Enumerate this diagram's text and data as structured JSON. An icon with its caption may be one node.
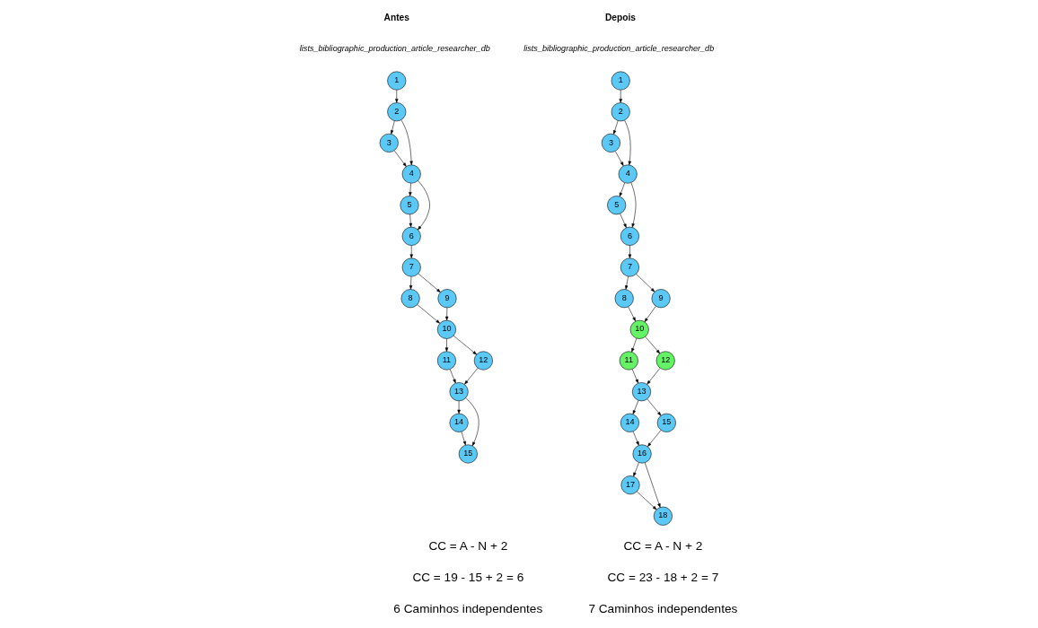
{
  "diagram": {
    "nodes": [
      {
        "text": [
          "1"
        ]
      },
      {
        "text": [
          "2"
        ]
      },
      {
        "text": [
          "3"
        ]
      },
      {
        "text": [
          "4"
        ]
      },
      {
        "text": [
          "5"
        ]
      },
      {
        "text": [
          "6"
        ]
      },
      {
        "text": [
          "7"
        ]
      },
      {
        "text": [
          "8"
        ]
      },
      {
        "text": [
          "9"
        ]
      },
      {
        "text": [
          "10"
        ]
      },
      {
        "text": [
          "11"
        ]
      },
      {
        "text": [
          "12"
        ]
      },
      {
        "text": [
          "13"
        ]
      },
      {
        "text": [
          "14"
        ]
      },
      {
        "text": [
          "15"
        ]
      },
      {
        "text": [
          "1"
        ]
      },
      {
        "text": [
          "2"
        ]
      },
      {
        "text": [
          "3"
        ]
      },
      {
        "text": [
          "4"
        ]
      },
      {
        "text": [
          "5"
        ]
      },
      {
        "text": [
          "6"
        ]
      },
      {
        "text": [
          "7"
        ]
      },
      {
        "text": [
          "8"
        ]
      },
      {
        "text": [
          "9"
        ]
      },
      {
        "text": [
          "10"
        ]
      },
      {
        "text": [
          "11"
        ]
      },
      {
        "text": [
          "12"
        ]
      },
      {
        "text": [
          "13"
        ]
      },
      {
        "text": [
          "14"
        ]
      },
      {
        "text": [
          "15"
        ]
      },
      {
        "text": [
          "16"
        ]
      },
      {
        "text": [
          "17"
        ]
      },
      {
        "text": [
          "18"
        ]
      }
    ],
    "edges": [
      {
        "from": 0,
        "to": 1,
        "arrow": "to"
      },
      {
        "from": 1,
        "to": 2,
        "arrow": "to"
      },
      {
        "from": 1,
        "to": 3,
        "arrow": "to"
      },
      {
        "from": 2,
        "to": 3,
        "arrow": "to"
      },
      {
        "from": 3,
        "to": 4,
        "arrow": "to"
      },
      {
        "from": 3,
        "to": 5,
        "arrow": "to"
      },
      {
        "from": 4,
        "to": 5,
        "arrow": "to"
      },
      {
        "from": 5,
        "to": 6,
        "arrow": "to"
      },
      {
        "from": 6,
        "to": 8,
        "arrow": "to"
      },
      {
        "from": 6,
        "to": 7,
        "arrow": "to"
      },
      {
        "from": 8,
        "to": 9,
        "arrow": "to"
      },
      {
        "from": 7,
        "to": 9,
        "arrow": "to"
      },
      {
        "from": 9,
        "to": 11,
        "arrow": "to"
      },
      {
        "from": 9,
        "to": 10,
        "arrow": "to"
      },
      {
        "from": 11,
        "to": 12,
        "arrow": "to"
      },
      {
        "from": 10,
        "to": 12,
        "arrow": "to"
      },
      {
        "from": 12,
        "to": 13,
        "arrow": "to"
      },
      {
        "from": 12,
        "to": 14,
        "arrow": "to"
      },
      {
        "from": 13,
        "to": 14,
        "arrow": "to"
      },
      {
        "from": 15,
        "to": 16,
        "arrow": "to"
      },
      {
        "from": 16,
        "to": 17,
        "arrow": "to"
      },
      {
        "from": 16,
        "to": 18,
        "arrow": "to"
      },
      {
        "from": 17,
        "to": 18,
        "arrow": "to"
      },
      {
        "from": 18,
        "to": 19,
        "arrow": "to"
      },
      {
        "from": 18,
        "to": 20,
        "arrow": "to"
      },
      {
        "from": 19,
        "to": 20,
        "arrow": "to"
      },
      {
        "from": 20,
        "to": 21,
        "arrow": "to"
      },
      {
        "from": 21,
        "to": 23,
        "arrow": "to"
      },
      {
        "from": 21,
        "to": 22,
        "arrow": "to"
      },
      {
        "from": 23,
        "to": 24,
        "arrow": "to"
      },
      {
        "from": 22,
        "to": 24,
        "arrow": "to"
      },
      {
        "from": 24,
        "to": 26,
        "arrow": "to"
      },
      {
        "from": 24,
        "to": 25,
        "arrow": "to"
      },
      {
        "from": 26,
        "to": 27,
        "arrow": "to"
      },
      {
        "from": 25,
        "to": 27,
        "arrow": "to"
      },
      {
        "from": 27,
        "to": 28,
        "arrow": "to"
      },
      {
        "from": 27,
        "to": 29,
        "arrow": "to"
      },
      {
        "from": 28,
        "to": 30,
        "arrow": "to"
      },
      {
        "from": 29,
        "to": 30,
        "arrow": "to"
      },
      {
        "from": 30,
        "to": 31,
        "arrow": "to"
      },
      {
        "from": 30,
        "to": 32,
        "arrow": "to"
      },
      {
        "from": 31,
        "to": 32,
        "arrow": "to"
      }
    ],
    "labels": [
      "Antes",
      "Depois",
      "lists_bibliographic_production_article_researcher_db",
      "lists_bibliographic_production_article_researcher_db",
      "CC = A - N + 2",
      "CC = A - N + 2",
      "CC = 19 - 15 + 2 = 6",
      "CC = 23 - 18 + 2 = 7",
      "6 Caminhos independentes",
      "7 Caminhos independentes"
    ]
  }
}
